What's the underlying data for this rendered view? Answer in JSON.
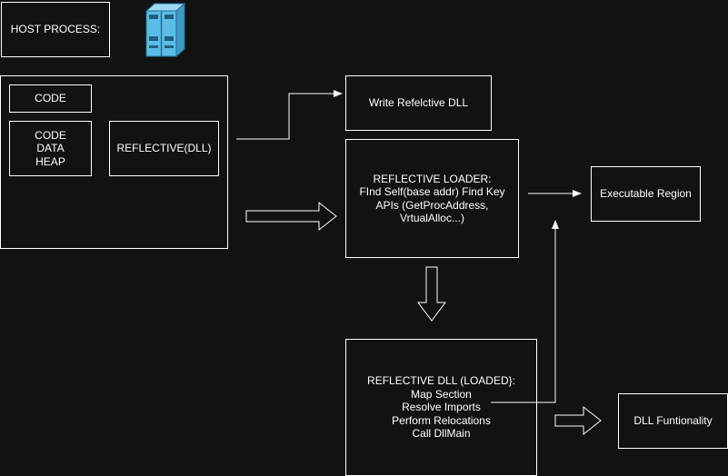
{
  "host_process": {
    "label": "HOST PROCESS:"
  },
  "server_icon": {
    "icon": "server-icon",
    "color": "#5bbce4"
  },
  "memory": {
    "code_label": "CODE",
    "sections_label": "CODE\nDATA\nHEAP",
    "reflective_label": "REFLECTIVE(DLL)"
  },
  "write_dll": {
    "label": "Write Refelctive DLL"
  },
  "loader": {
    "label": "REFLECTIVE LOADER:\nFInd Self(base addr) Find Key APIs (GetProcAddress, VrtualAlloc...)"
  },
  "executable_region": {
    "label": "Executable Region"
  },
  "loaded_dll": {
    "label": "REFLECTIVE DLL (LOADED}:\nMap Section\nResolve Imports\nPerform Relocations\nCall DllMain"
  },
  "dll_functionality": {
    "label": "DLL Funtionality"
  }
}
